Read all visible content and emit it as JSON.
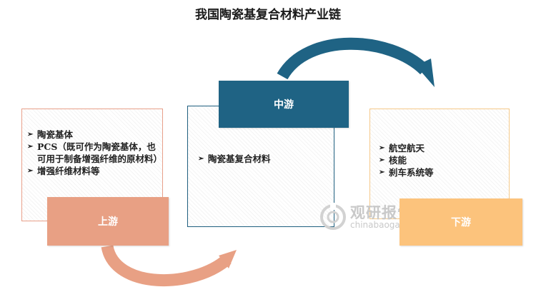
{
  "title": "我国陶瓷基复合材料产业链",
  "upstream": {
    "label": "上游",
    "items": [
      "陶瓷基体",
      "PCS（既可作为陶瓷基体，也可用于制备增强纤维的原材料）",
      "增强纤维材料等"
    ]
  },
  "midstream": {
    "label": "中游",
    "items": [
      "陶瓷基复合材料"
    ]
  },
  "downstream": {
    "label": "下游",
    "items": [
      "航空航天",
      "核能",
      "刹车系统等"
    ]
  },
  "watermark": {
    "name": "观研报告网",
    "url": "chinabaogao.com"
  },
  "colors": {
    "upstream": "#e8a084",
    "midstream": "#1f6384",
    "downstream": "#fcc37c",
    "arrow_lower": "#e8a084",
    "arrow_upper": "#1f6384"
  }
}
